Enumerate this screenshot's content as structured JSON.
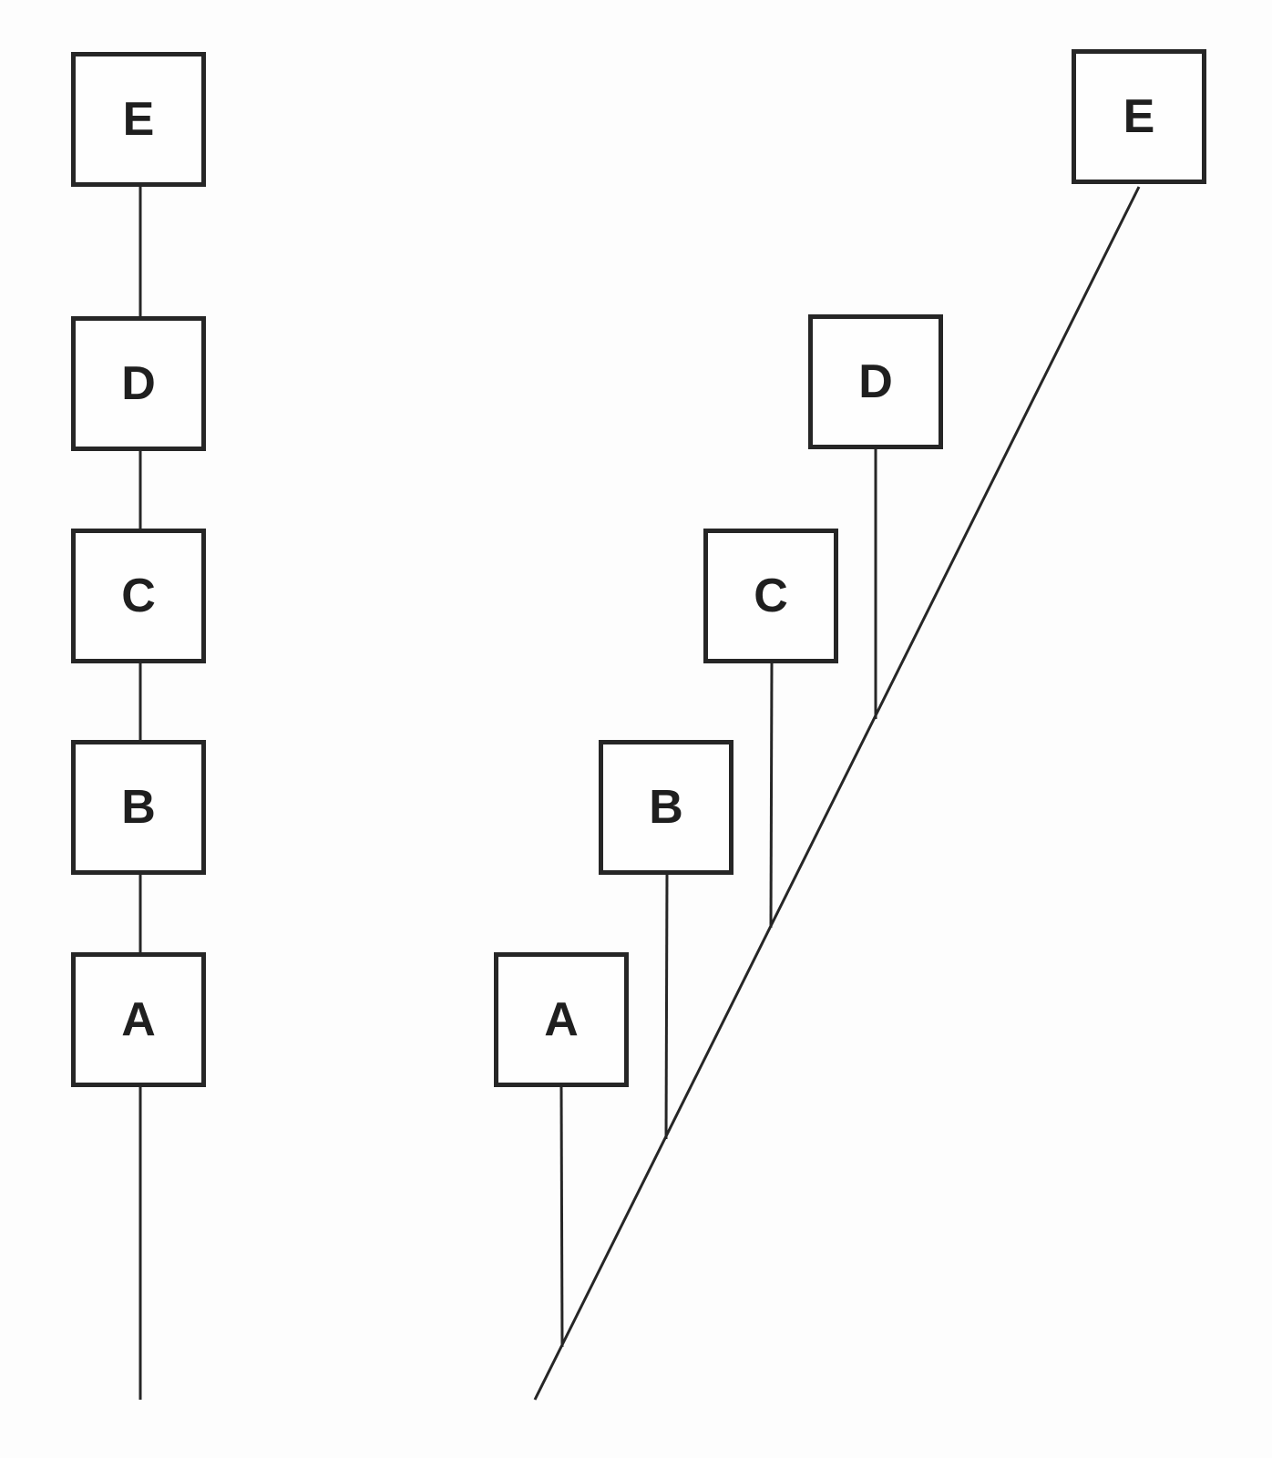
{
  "left_chain": {
    "nodes": [
      "E",
      "D",
      "C",
      "B",
      "A"
    ]
  },
  "right_branching": {
    "nodes": [
      "E",
      "D",
      "C",
      "B",
      "A"
    ]
  },
  "colors": {
    "stroke": "#262626",
    "text": "#1f1f1f",
    "background": "#fdfdfd"
  }
}
